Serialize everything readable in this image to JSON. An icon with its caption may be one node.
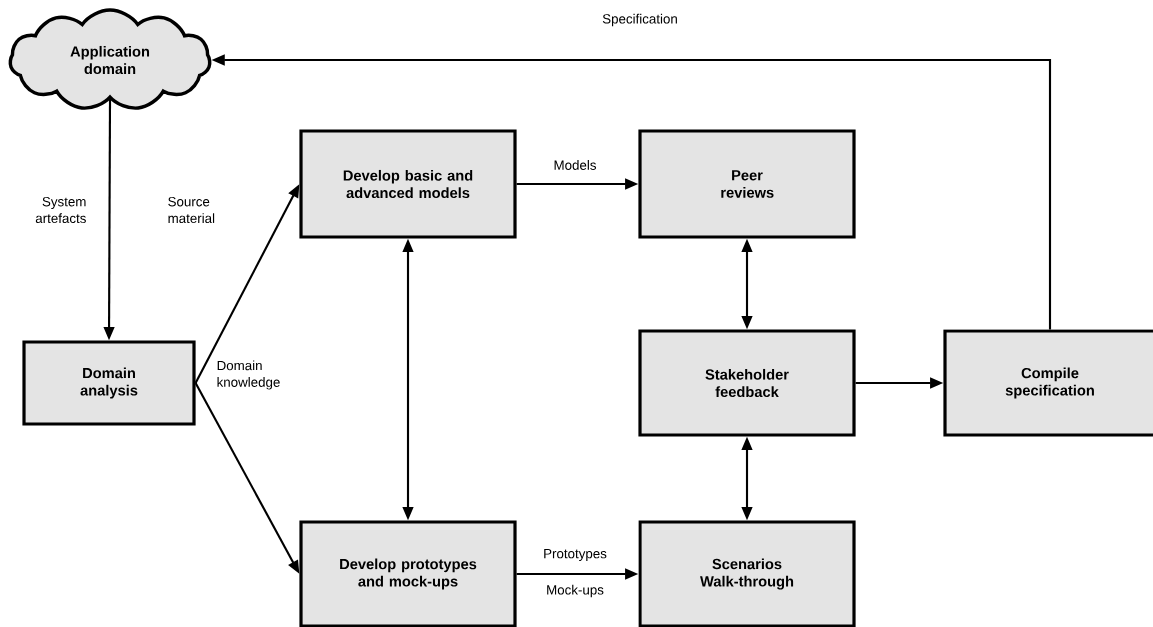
{
  "diagram": {
    "nodes": [
      {
        "text": [
          "Application domain"
        ]
      },
      {
        "text": [
          "Domain analysis"
        ]
      },
      {
        "text": [
          "Develop basic and advanced models"
        ]
      },
      {
        "text": [
          "Develop prototypes and mock-ups"
        ]
      },
      {
        "text": [
          "Peer reviews"
        ]
      },
      {
        "text": [
          "Stakeholder feedback"
        ]
      },
      {
        "text": [
          "Scenarios Walk-through"
        ]
      },
      {
        "text": [
          "Compile specification"
        ]
      }
    ],
    "edges": [
      {
        "from": 0,
        "to": 1,
        "arrow": "to",
        "label": "Source material"
      },
      {
        "from": 1,
        "to": 2,
        "arrow": "to"
      },
      {
        "from": 1,
        "to": 3,
        "arrow": "to"
      },
      {
        "from": 2,
        "to": 4,
        "arrow": "to",
        "label": "Models"
      },
      {
        "from": 2,
        "to": 3,
        "arrow": "both"
      },
      {
        "from": 4,
        "to": 5,
        "arrow": "both"
      },
      {
        "from": 5,
        "to": 6,
        "arrow": "both"
      },
      {
        "from": 3,
        "to": 6,
        "arrow": "to",
        "label": "Prototypes"
      },
      {
        "from": 5,
        "to": 7,
        "arrow": "to"
      },
      {
        "from": 7,
        "to": 0,
        "arrow": "to",
        "label": "Specification"
      }
    ],
    "labels": [
      "System artefacts",
      "Domain knowledge",
      "Mock-ups"
    ]
  }
}
